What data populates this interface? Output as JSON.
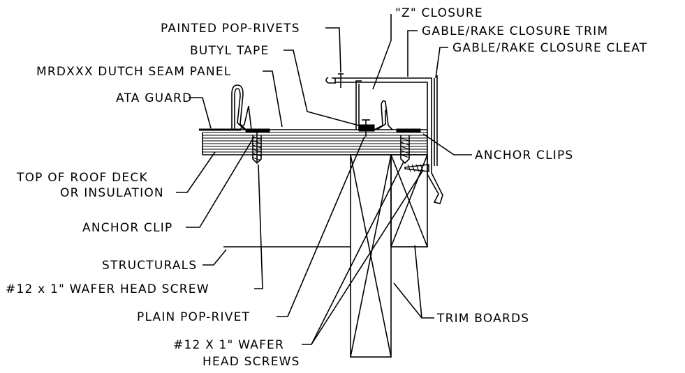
{
  "labels": {
    "z_closure": "\"Z\" CLOSURE",
    "painted_pop_rivets": "PAINTED POP-RIVETS",
    "gable_rake_closure_trim": "GABLE/RAKE CLOSURE TRIM",
    "butyl_tape": "BUTYL TAPE",
    "gable_rake_closure_cleat": "GABLE/RAKE CLOSURE CLEAT",
    "dutch_seam_panel": "MRDXXX DUTCH SEAM PANEL",
    "ata_guard": "ATA GUARD",
    "anchor_clips": "ANCHOR CLIPS",
    "top_of_roof_deck_line1": "TOP OF ROOF DECK",
    "top_of_roof_deck_line2": "OR INSULATION",
    "anchor_clip": "ANCHOR CLIP",
    "structurals": "STRUCTURALS",
    "wafer_head_screw": "#12 x 1\" WAFER HEAD SCREW",
    "plain_pop_rivet": "PLAIN POP-RIVET",
    "trim_boards": "TRIM BOARDS",
    "wafer_head_screws_line1": "#12 X 1\" WAFER",
    "wafer_head_screws_line2": "HEAD SCREWS"
  }
}
